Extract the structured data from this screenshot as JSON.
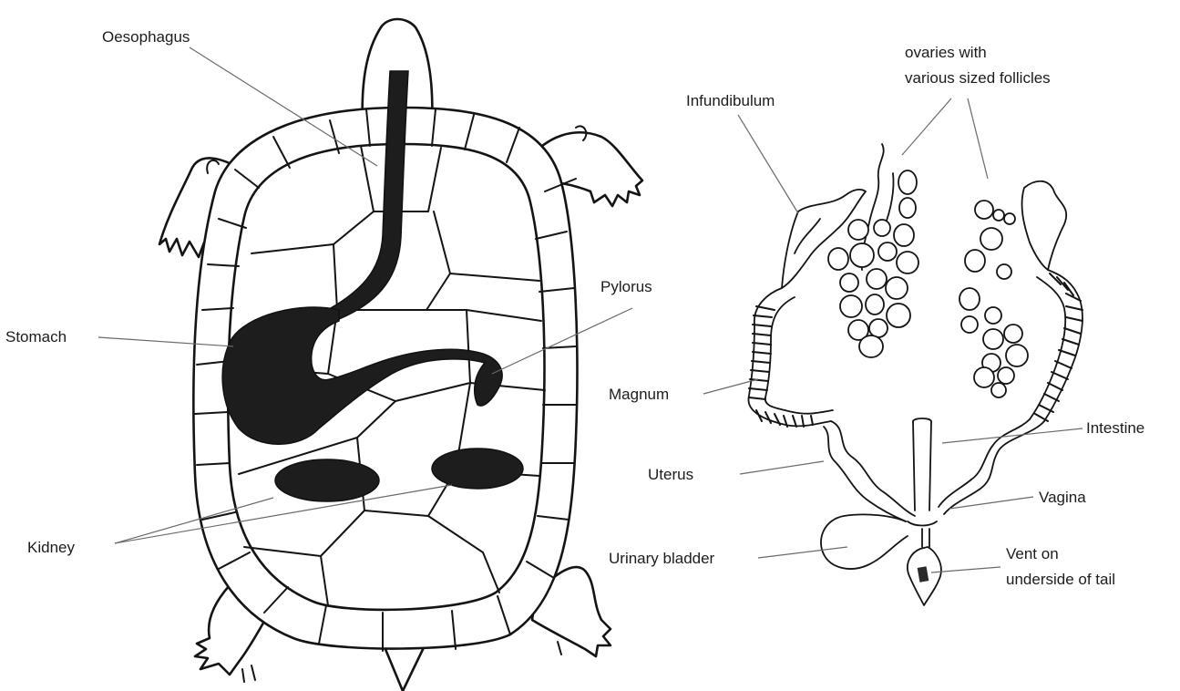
{
  "turtle_labels": {
    "oesophagus": "Oesophagus",
    "stomach": "Stomach",
    "pylorus": "Pylorus",
    "kidney": "Kidney"
  },
  "reproductive_labels": {
    "ovaries_line1": "ovaries  with",
    "ovaries_line2": "various sized follicles",
    "infundibulum": "Infundibulum",
    "magnum": "Magnum",
    "intestine": "Intestine",
    "uterus": "Uterus",
    "vagina": "Vagina",
    "urinary_bladder": "Urinary bladder",
    "vent_line1": "Vent on",
    "vent_line2": "underside of tail"
  }
}
